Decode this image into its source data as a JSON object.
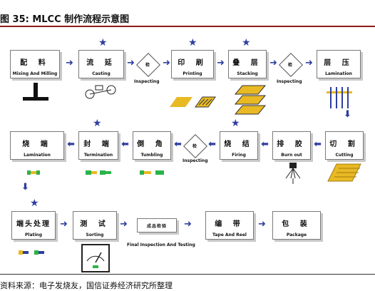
{
  "figure": {
    "title": "图 35: MLCC 制作流程示意图",
    "source": "资料来源：电子发烧友，国信证券经济研究所整理"
  },
  "steps": [
    {
      "cn": "配 料",
      "en": "Mixing And Milling"
    },
    {
      "cn": "流 延",
      "en": "Casting"
    },
    {
      "cn": "印 刷",
      "en": "Printing"
    },
    {
      "cn": "叠 层",
      "en": "Stacking"
    },
    {
      "cn": "层 压",
      "en": "Lamination"
    },
    {
      "cn": "切 割",
      "en": "Cutting"
    },
    {
      "cn": "排 胶",
      "en": "Burn out"
    },
    {
      "cn": "烧 结",
      "en": "Firing"
    },
    {
      "cn": "倒 角",
      "en": "Tumbling"
    },
    {
      "cn": "封 端",
      "en": "Termination"
    },
    {
      "cn": "烧 端",
      "en": "Lamination"
    },
    {
      "cn": "端头处理",
      "en": "Plating"
    },
    {
      "cn": "测 试",
      "en": "Sorting"
    },
    {
      "cn": "成品检验",
      "en": "Final Inspection And Testing"
    },
    {
      "cn": "编 带",
      "en": "Tape And Reel"
    },
    {
      "cn": "包 装",
      "en": "Package"
    }
  ],
  "inspection": {
    "label": "检",
    "en": "Inspecting"
  },
  "colors": {
    "accent": "#2e3fa0",
    "chip": "#e8b923",
    "electrode": "#2bb34a"
  }
}
